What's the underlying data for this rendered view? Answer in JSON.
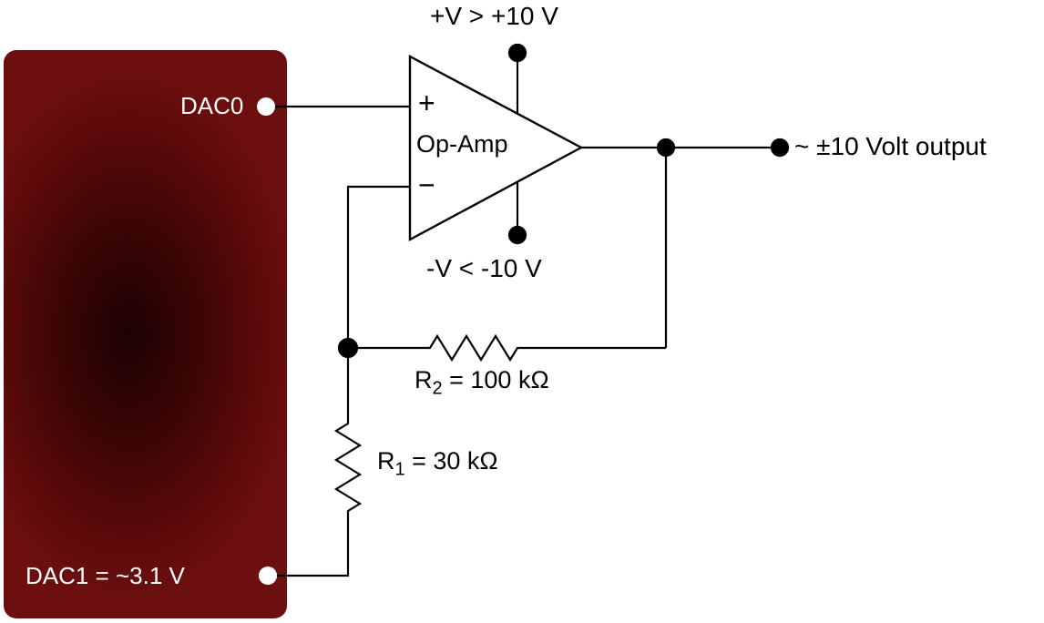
{
  "device": {
    "dac0": "DAC0",
    "dac1": "DAC1 = ~3.1 V"
  },
  "opamp": {
    "label": "Op-Amp",
    "plus_input": "+",
    "minus_input": "−",
    "vplus": "+V > +10 V",
    "vminus": "-V < -10 V"
  },
  "output": {
    "label": "~ ±10 Volt output"
  },
  "resistors": {
    "r2": {
      "name": "R",
      "sub": "2",
      "value": " = 100 kΩ"
    },
    "r1": {
      "name": "R",
      "sub": "1",
      "value": " = 30 kΩ"
    }
  },
  "colors": {
    "device_body": "#5c0a0a",
    "wire": "#000000",
    "terminal": "#ffffff"
  }
}
